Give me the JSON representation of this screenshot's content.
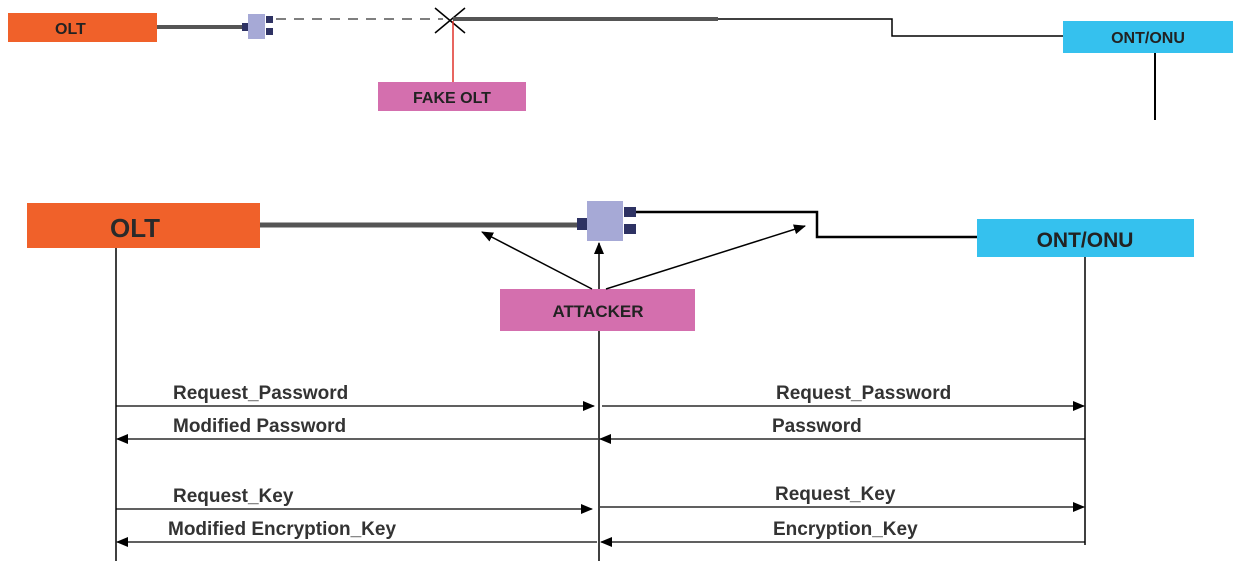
{
  "colors": {
    "olt": "#f0612a",
    "ont": "#35c1ee",
    "attacker": "#d46fae",
    "splitter": "#a6a9d6",
    "port": "#2e3263",
    "fiber": "#555555",
    "fake_link": "#e0322a",
    "line": "#000000"
  },
  "top_scenario": {
    "olt_label": "OLT",
    "fake_olt_label": "FAKE OLT",
    "ont_label": "ONT/ONU"
  },
  "bottom_scenario": {
    "olt_label": "OLT",
    "attacker_label": "ATTACKER",
    "ont_label": "ONT/ONU",
    "messages": [
      {
        "left": "Request_Password",
        "right": "Request_Password"
      },
      {
        "left": "Modified Password",
        "right": "Password"
      },
      {
        "left": "Request_Key",
        "right": "Request_Key"
      },
      {
        "left": "Modified Encryption_Key",
        "right": "Encryption_Key"
      }
    ]
  }
}
